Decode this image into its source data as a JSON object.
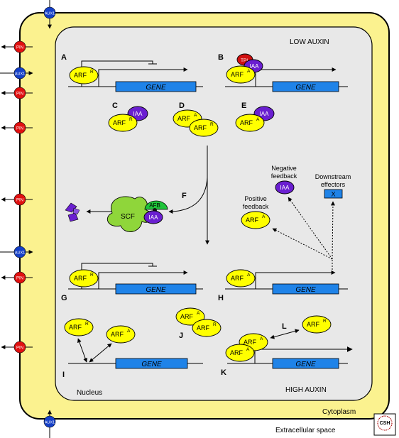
{
  "regions": {
    "low_auxin": "LOW AUXIN",
    "high_auxin": "HIGH AUXIN",
    "nucleus": "Nucleus",
    "cytoplasm": "Cytoplasm",
    "extracellular": "Extracellular space"
  },
  "panels": {
    "a": "A",
    "b": "B",
    "c": "C",
    "d": "D",
    "e": "E",
    "f": "F",
    "g": "G",
    "h": "H",
    "i": "I",
    "j": "J",
    "k": "K",
    "l": "L"
  },
  "molecules": {
    "arf": "ARF",
    "sup_r": "R",
    "sup_a": "A",
    "iaa": "IAA",
    "gene": "GENE",
    "tpl": "TPL",
    "scf": "SCF",
    "afb": "AFB",
    "x": "X",
    "pin": "PIN",
    "aux1": "AUX1"
  },
  "annotations": {
    "negative_feedback_1": "Negative",
    "negative_feedback_2": "feedback",
    "positive_feedback_1": "Positive",
    "positive_feedback_2": "feedback",
    "downstream_1": "Downstream",
    "downstream_2": "effectors"
  },
  "logo": {
    "text": "CSH PERSPECTIVES"
  },
  "colors": {
    "cell_fill": "#fbf28f",
    "nucleus_fill": "#e8e8e8",
    "arf": "#ffff00",
    "iaa": "#6a1fd0",
    "gene": "#1f83e8",
    "pin": "#e01010",
    "aux1": "#1540c8",
    "scf": "#8fd63a",
    "afb": "#1fc43a",
    "tpl": "#d01010"
  }
}
